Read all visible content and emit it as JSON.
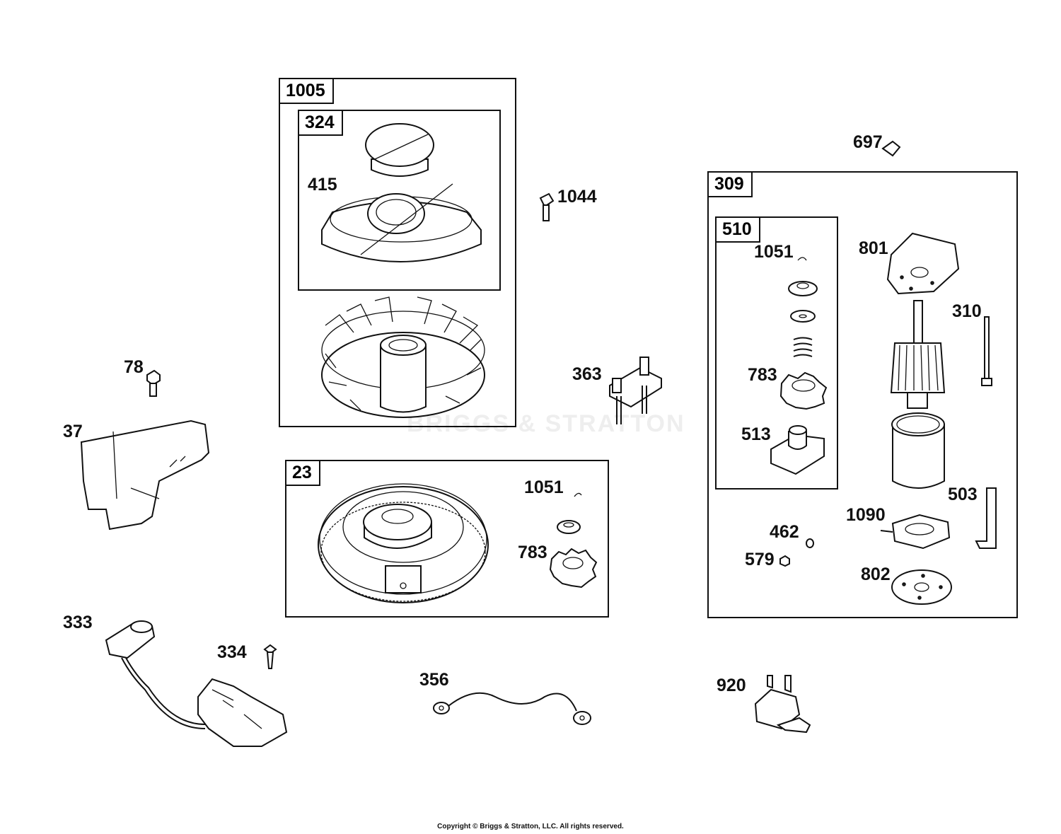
{
  "groups": {
    "g1005": "1005",
    "g324": "324",
    "g23": "23",
    "g309": "309",
    "g510": "510"
  },
  "parts": {
    "p415": "415",
    "p1044": "1044",
    "p697": "697",
    "p1051a": "1051",
    "p801": "801",
    "p310": "310",
    "p78": "78",
    "p363": "363",
    "p783a": "783",
    "p37": "37",
    "p513": "513",
    "p1051b": "1051",
    "p503": "503",
    "p1090": "1090",
    "p462": "462",
    "p783b": "783",
    "p579": "579",
    "p802": "802",
    "p333": "333",
    "p334": "334",
    "p356": "356",
    "p920": "920"
  },
  "watermark": "BRIGGS & STRATTON",
  "copyright": "Copyright © Briggs & Stratton, LLC. All rights reserved."
}
